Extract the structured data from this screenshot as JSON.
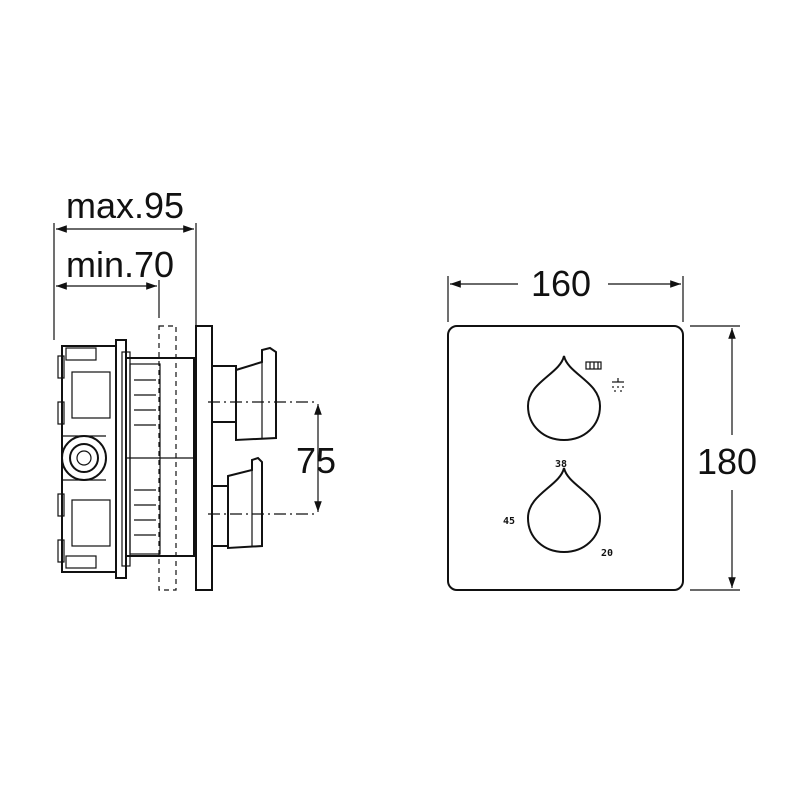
{
  "side_view": {
    "dim_max": "max.95",
    "dim_min": "min.70",
    "dim_spacing": "75"
  },
  "front_view": {
    "dim_width": "160",
    "dim_height": "180",
    "scale_top": "38",
    "scale_left": "45",
    "scale_right": "20",
    "icons": [
      "bath-icon",
      "shower-icon"
    ]
  },
  "colors": {
    "line": "#111111",
    "background": "#ffffff"
  }
}
